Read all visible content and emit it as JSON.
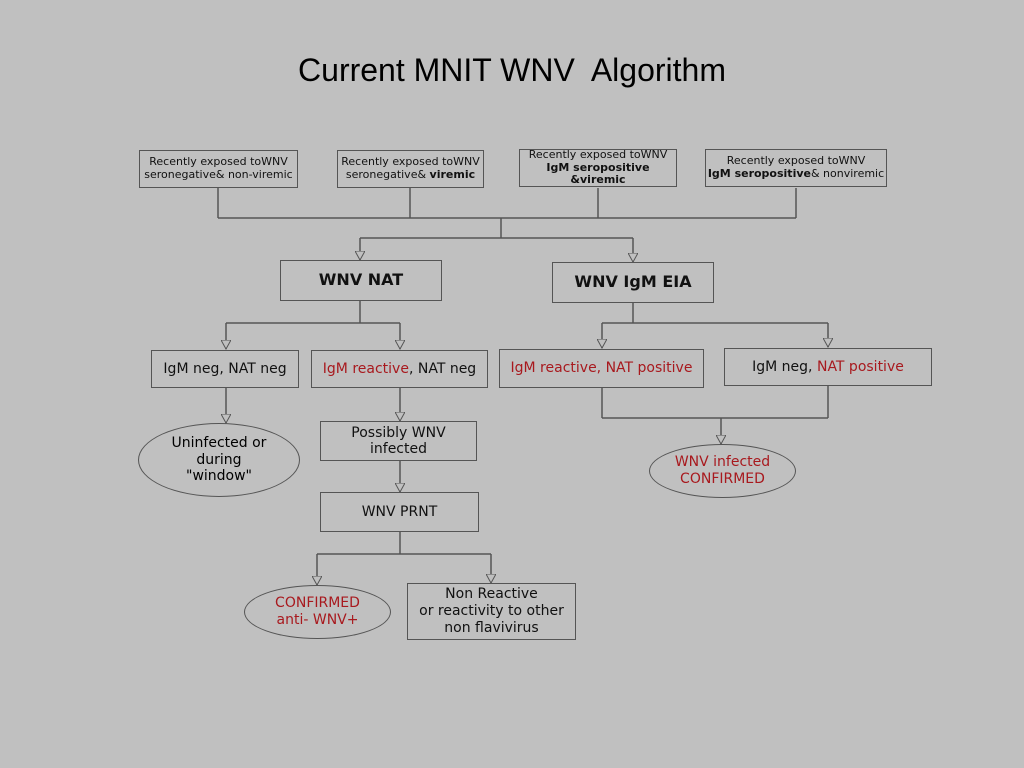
{
  "title": "Current MNIT WNV  Algorithm",
  "entries": [
    {
      "line1": "Recently exposed toWNV",
      "line2a": "seronegative& non-viremic",
      "line2b": ""
    },
    {
      "line1": "Recently exposed toWNV",
      "line2a": "seronegative& ",
      "line2b": "viremic"
    },
    {
      "line1": "Recently exposed toWNV",
      "line2a": "",
      "line2b": "IgM seropositive &viremic"
    },
    {
      "line1": "Recently exposed toWNV",
      "line2a": "& nonviremic",
      "line2b": "IgM seropositive"
    }
  ],
  "tests": {
    "nat": "WNV NAT",
    "eia": "WNV IgM EIA"
  },
  "results": {
    "r1": "IgM neg, NAT neg",
    "r2_red": "IgM reactive",
    "r2_rest": ", NAT neg",
    "r3": "IgM reactive, NAT positive",
    "r4_dark": "IgM neg, ",
    "r4_red": "NAT positive"
  },
  "outcomes": {
    "uninfected_l1": "Uninfected or",
    "uninfected_l2": "during",
    "uninfected_l3": "\"window\"",
    "possibly_l1": "Possibly WNV",
    "possibly_l2": "infected",
    "prnt": "WNV PRNT",
    "confirmed_anti_l1": "CONFIRMED",
    "confirmed_anti_l2": "anti- WNV+",
    "nonreactive_l1": "Non Reactive",
    "nonreactive_l2": "or reactivity to other",
    "nonreactive_l3": "non flavivirus",
    "wnv_infected_l1": "WNV infected",
    "wnv_infected_l2": "CONFIRMED"
  },
  "colors": {
    "background": "#c0c0c0",
    "positive_text": "#a8191e",
    "lines": "#555555"
  }
}
